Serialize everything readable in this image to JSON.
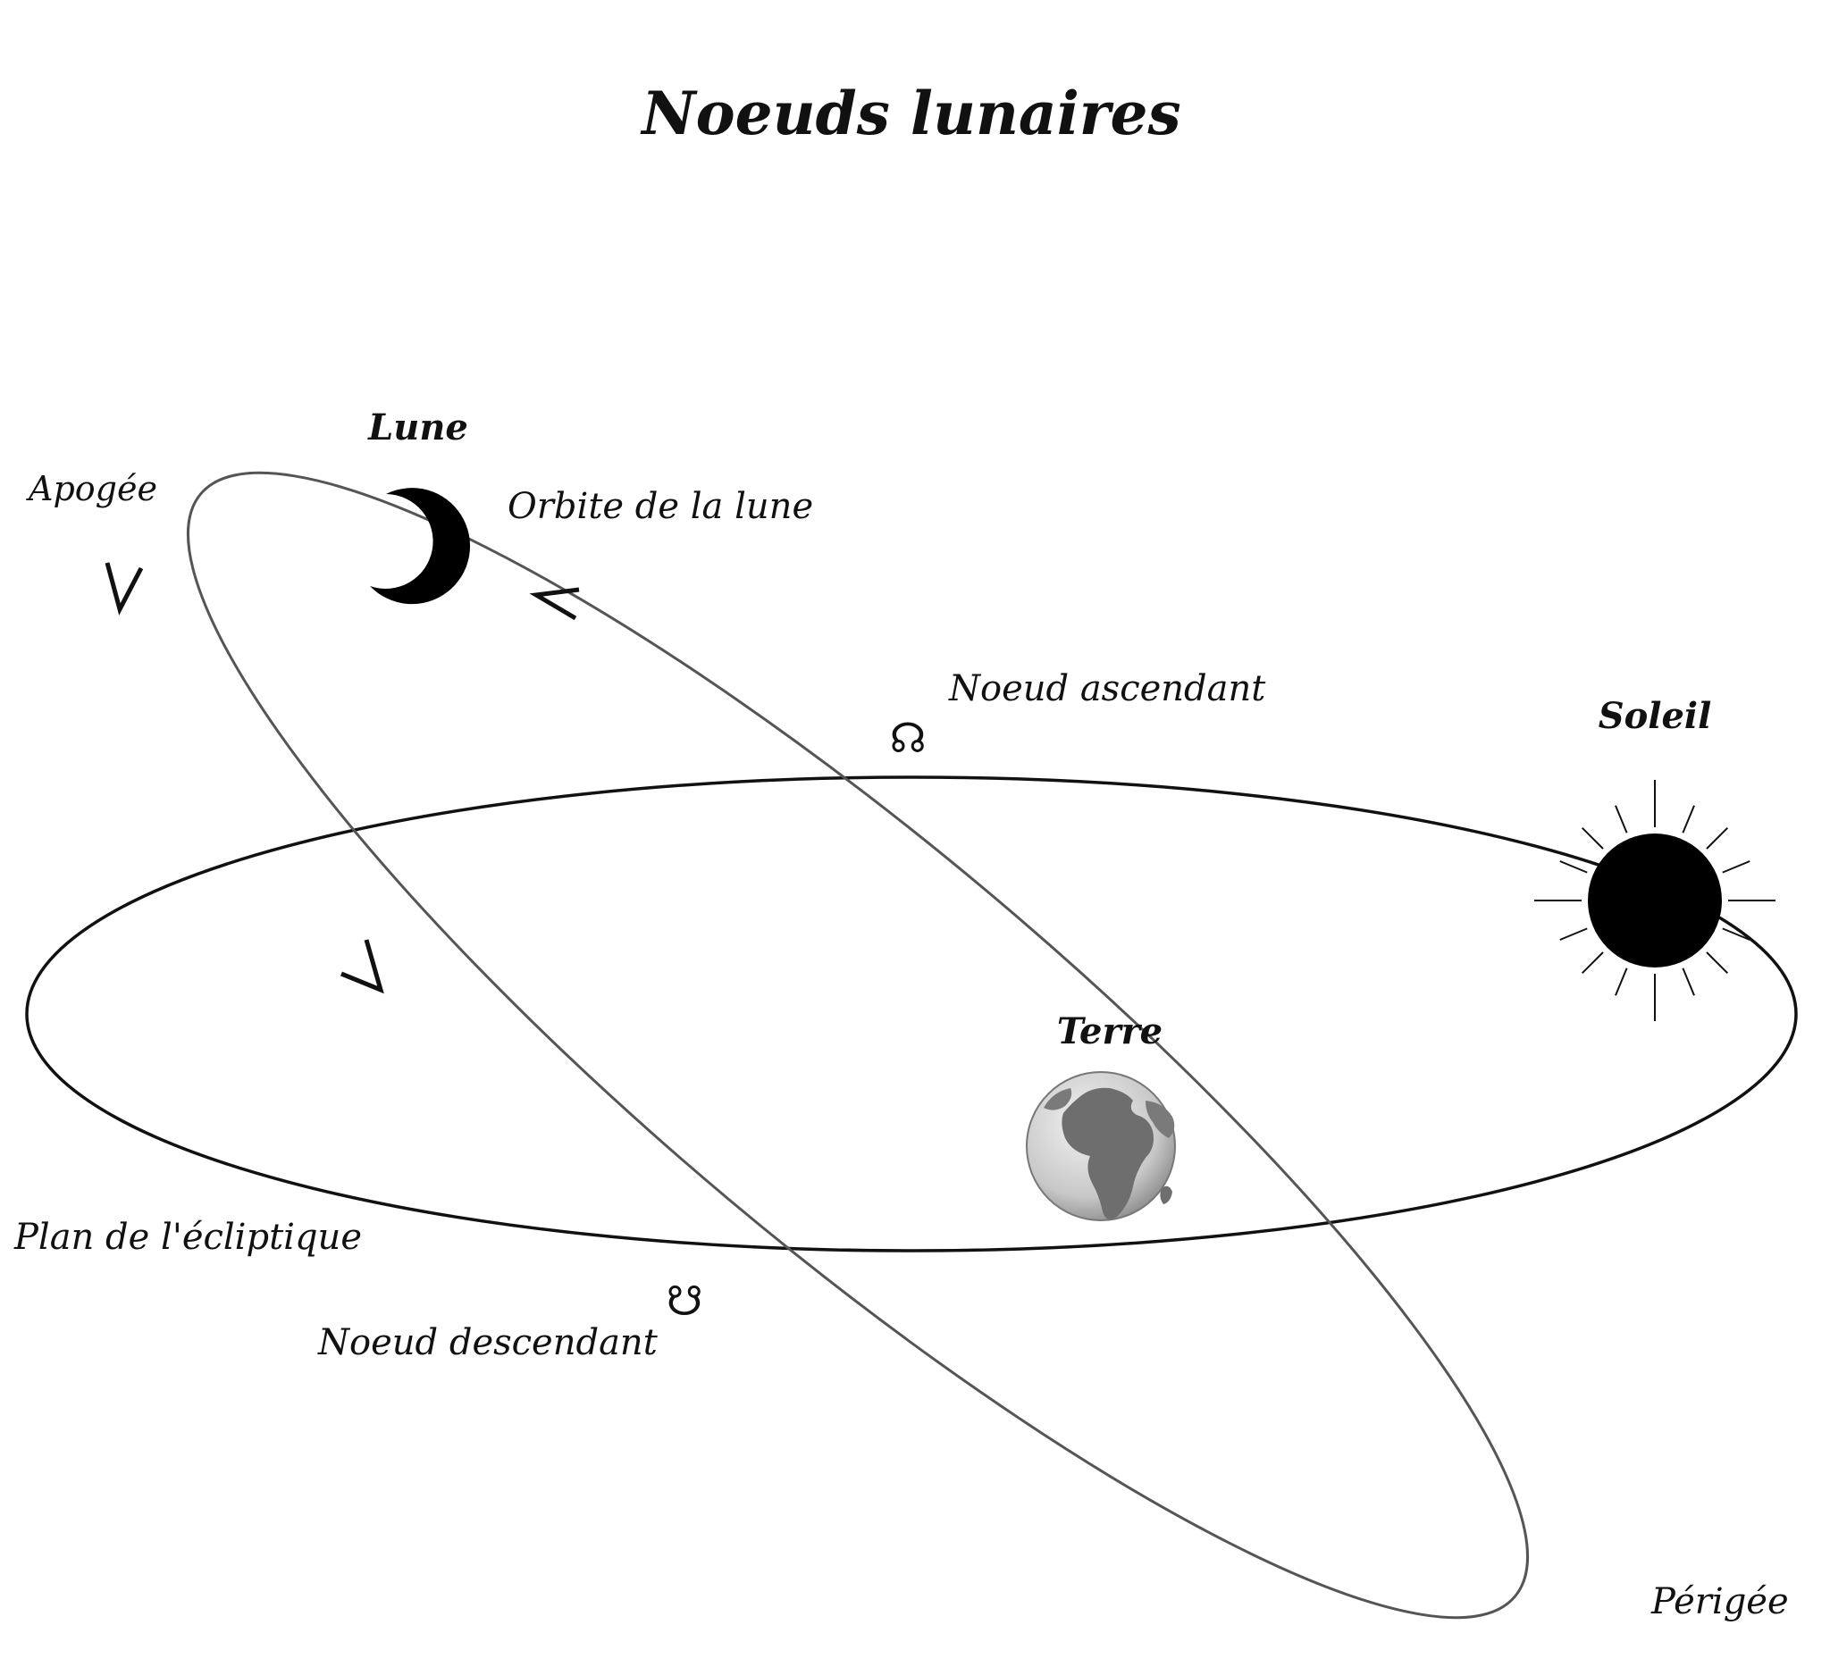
{
  "title": "Noeuds lunaires",
  "labels": {
    "moon": "Lune",
    "apogee": "Apogée",
    "moon_orbit": "Orbite de la lune",
    "ascending_node": "Noeud ascendant",
    "ascending_symbol": "☊",
    "sun": "Soleil",
    "earth": "Terre",
    "ecliptic_plane": "Plan de l'écliptique",
    "descending_symbol": "☋",
    "descending_node": "Noeud descendant",
    "perigee": "Périgée"
  },
  "colors": {
    "ink": "#111111",
    "orbit": "#555555",
    "earth_land": "#6e6e6e",
    "earth_ocean": "#cfcfcf"
  }
}
